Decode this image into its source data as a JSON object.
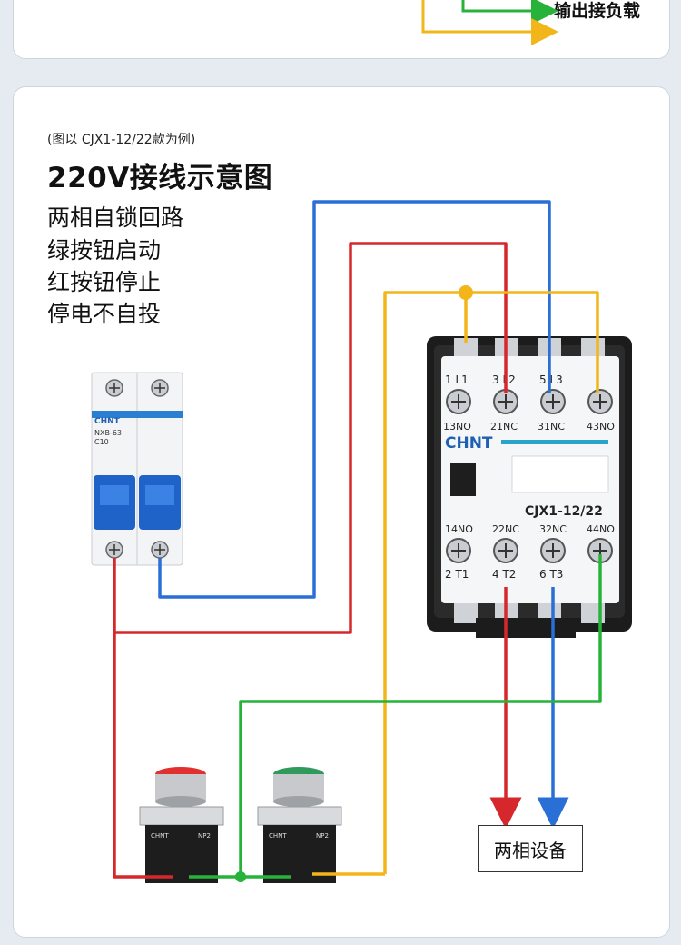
{
  "top_panel": {
    "output_label": "输出接负载"
  },
  "header": {
    "note": "(图以 CJX1-12/22款为例)",
    "title": "220V接线示意图",
    "lines": [
      "两相自锁回路",
      "绿按钮启动",
      "红按钮停止",
      "停电不自投"
    ]
  },
  "breaker": {
    "brand": "CHNT",
    "model": "NXB-63",
    "rating": "C10"
  },
  "contactor": {
    "brand": "CHNT",
    "model": "CJX1-12/22",
    "top_terminals": [
      {
        "top": "1 L1",
        "bottom": "13NO"
      },
      {
        "top": "3 L2",
        "bottom": "21NC"
      },
      {
        "top": "5 L3",
        "bottom": "31NC"
      },
      {
        "top": "",
        "bottom": "43NO"
      }
    ],
    "bottom_terminals": [
      {
        "top": "14NO",
        "bottom": "2 T1"
      },
      {
        "top": "22NC",
        "bottom": "4 T2"
      },
      {
        "top": "32NC",
        "bottom": "6 T3"
      },
      {
        "top": "44NO",
        "bottom": ""
      }
    ]
  },
  "buttons": [
    {
      "name": "stop",
      "color": "#e03030",
      "brand": "CHNT",
      "code": "NP2"
    },
    {
      "name": "start",
      "color": "#2f9a5c",
      "brand": "CHNT",
      "code": "NP2"
    }
  ],
  "load": {
    "label": "两相设备"
  },
  "wire_colors": {
    "blue": "#2a6fd6",
    "red": "#d6282c",
    "yellow": "#f2b61a",
    "green": "#27b33a"
  }
}
